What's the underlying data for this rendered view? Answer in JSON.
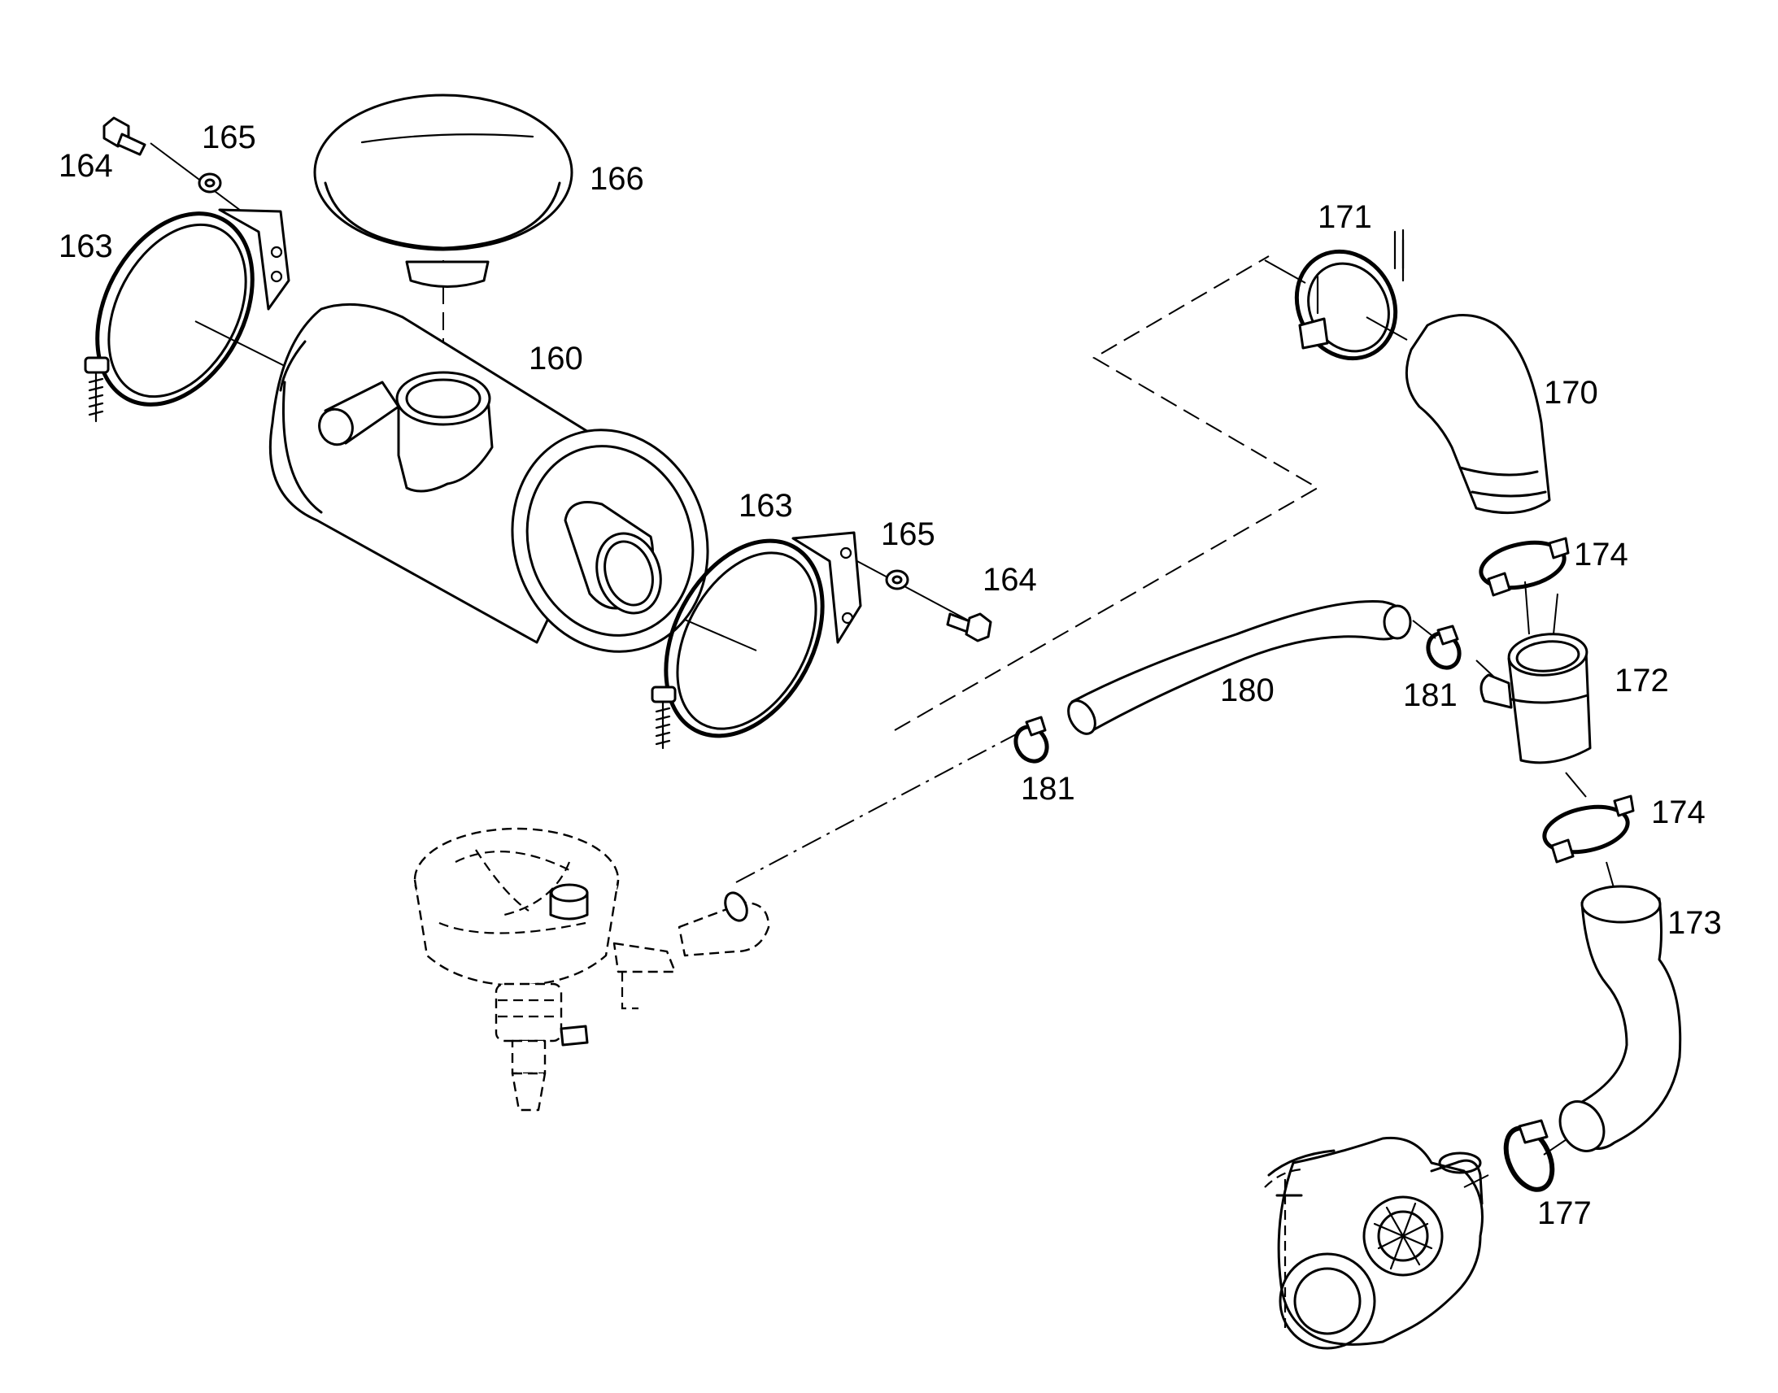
{
  "callouts": {
    "c160": "160",
    "c163a": "163",
    "c163b": "163",
    "c164a": "164",
    "c164b": "164",
    "c165a": "165",
    "c165b": "165",
    "c166": "166",
    "c170": "170",
    "c171": "171",
    "c172": "172",
    "c173": "173",
    "c174a": "174",
    "c174b": "174",
    "c177": "177",
    "c180": "180",
    "c181a": "181",
    "c181b": "181"
  },
  "colors": {
    "line": "#000000",
    "background": "#ffffff"
  }
}
